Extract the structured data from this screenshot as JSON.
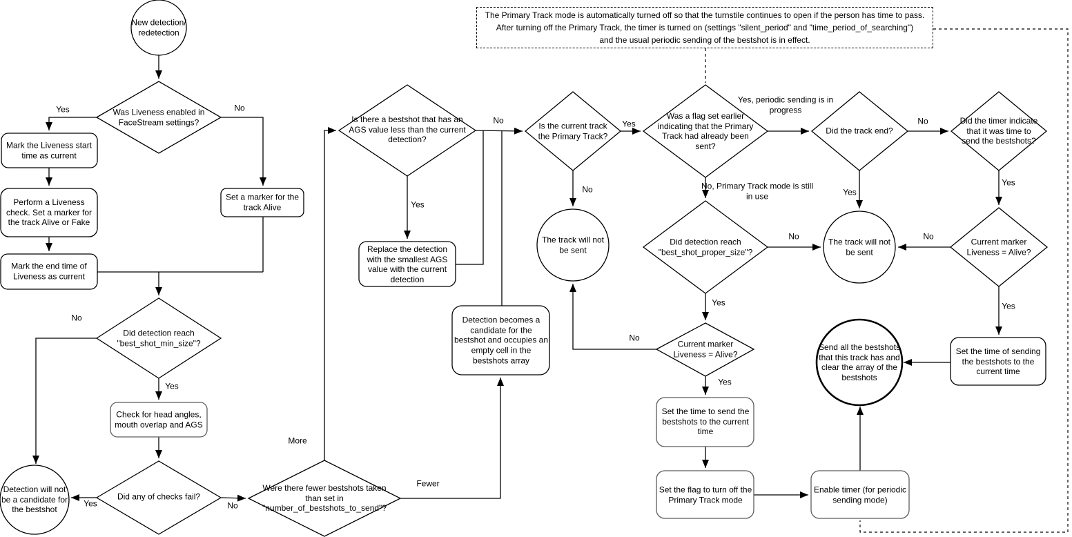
{
  "diagram": {
    "colors": {
      "stroke": "#000000",
      "background": "#ffffff",
      "text": "#000000"
    },
    "nodes": {
      "start": "New detection/ redetection",
      "liveness_enabled": "Was Liveness enabled in FaceStream settings?",
      "mark_start_time": "Mark the Liveness start time as current",
      "perform_liveness": "Perform a Liveness check. Set a marker for the track Alive or Fake",
      "mark_end_time": "Mark the end time of Liveness as current",
      "set_marker_alive": "Set a marker for the track Alive",
      "reach_min_size": "Did detection reach \"best_shot_min_size\"?",
      "check_angles": "Check for head angles, mouth overlap and AGS",
      "checks_fail": "Did any of checks fail?",
      "not_candidate": "Detection will not be a candidate for the bestshot",
      "fewer_bestshots": "Were there fewer bestshots taken than set in \"number_of_bestshots_to_send\"?",
      "ags_less": "Is there a bestshot that has an AGS value less than the current detection?",
      "replace_detection": "Replace the detection with the smallest AGS value with the current detection",
      "becomes_candidate": "Detection becomes a candidate for the bestshot and occupies an empty cell in the bestshots array",
      "primary_track": "Is the current track the Primary Track?",
      "not_sent_1": "The track will not be sent",
      "flag_set": "Was a flag set earlier indicating that the Primary Track had already been sent?",
      "track_end": "Did the track end?",
      "timer_time": "Did the timer indicate that it was time to send the bestshots?",
      "reach_proper_size": "Did detection reach \"best_shot_proper_size\"?",
      "not_sent_2": "The track will not be sent",
      "marker_alive_right": "Current marker Liveness = Alive?",
      "marker_alive_left": "Current marker Liveness = Alive?",
      "set_time_send": "Set the time to send the bestshots to the current time",
      "set_flag_off": "Set the flag to turn off the Primary Track mode",
      "enable_timer": "Enable timer (for periodic sending mode)",
      "send_all": "Send all the bestshots that this track has and clear the array of the bestshots",
      "set_time_sending": "Set the time of sending the bestshots to the current time"
    },
    "edge_labels": {
      "yes": "Yes",
      "no": "No",
      "more": "More",
      "fewer": "Fewer",
      "yes_periodic": "Yes, periodic sending is in progress",
      "no_primary": "No, Primary Track mode is still in use"
    },
    "note_lines": {
      "line1": "The Primary Track mode is automatically turned off so that the turnstile continues to open if the person has time to pass.",
      "line2": "After turning off the Primary Track, the timer is turned on (settings \"silent_period\" and \"time_period_of_searching\")",
      "line3": "and the usual periodic sending of the bestshot is in effect."
    }
  }
}
